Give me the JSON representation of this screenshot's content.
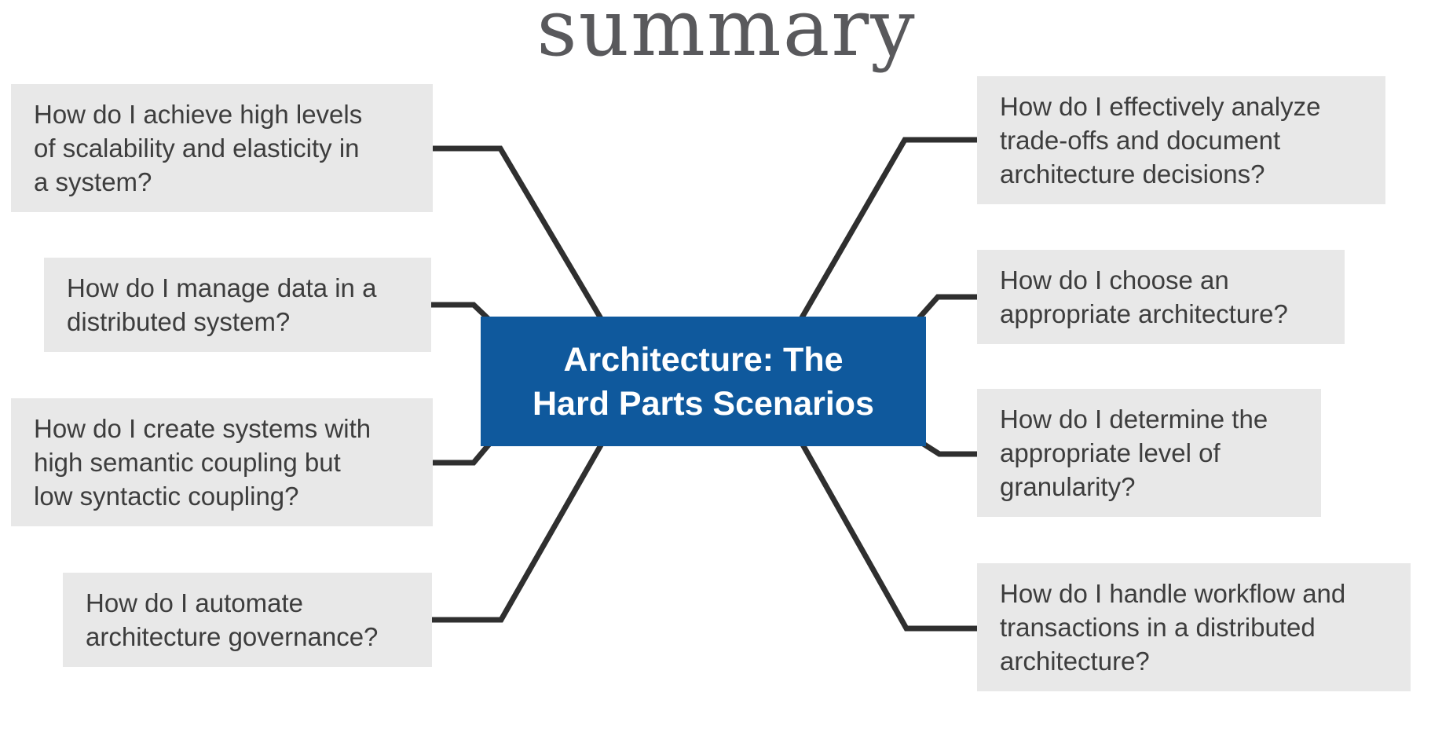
{
  "title": "summary",
  "center_node": {
    "text": "Architecture: The Hard Parts Scenarios",
    "lines": [
      "Architecture: The",
      "Hard Parts Scenarios"
    ]
  },
  "left_items": [
    {
      "text": "How do I achieve high levels of scalability and elasticity in a system?",
      "lines": [
        "How do I achieve high levels",
        "of scalability and elasticity in",
        "a system?"
      ]
    },
    {
      "text": "How do I manage data in a distributed system?",
      "lines": [
        "How do I manage data in a",
        "distributed system?"
      ]
    },
    {
      "text": "How do I create systems with high semantic coupling but low syntactic coupling?",
      "lines": [
        "How do I create systems with",
        "high semantic coupling but",
        "low syntactic coupling?"
      ]
    },
    {
      "text": "How do I automate architecture governance?",
      "lines": [
        "How do I automate",
        "architecture governance?"
      ]
    }
  ],
  "right_items": [
    {
      "text": "How do I effectively analyze trade-offs and document architecture decisions?",
      "lines": [
        "How do I effectively analyze",
        "trade-offs and document",
        "architecture decisions?"
      ]
    },
    {
      "text": "How do I choose an appropriate architecture?",
      "lines": [
        "How do I choose an",
        "appropriate architecture?"
      ]
    },
    {
      "text": "How do I determine the appropriate level of granularity?",
      "lines": [
        "How do I determine the",
        "appropriate level of",
        "granularity?"
      ]
    },
    {
      "text": "How do I handle workflow and transactions in a distributed architecture?",
      "lines": [
        "How do I handle workflow and",
        "transactions in a distributed",
        "architecture?"
      ]
    }
  ],
  "colors": {
    "center_node_bg": "#0f599d",
    "center_node_text": "#ffffff",
    "question_box_bg": "#e8e8e8",
    "question_text": "#3d3d3d",
    "connector_line": "#2f2f2f",
    "title_text": "#59595c",
    "background": "#ffffff"
  }
}
